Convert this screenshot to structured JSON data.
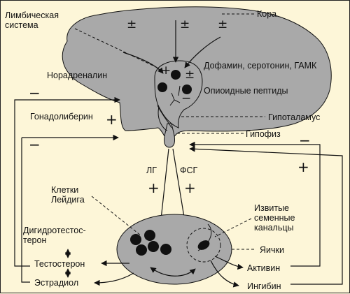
{
  "labels": {
    "limbic": "Лимбическая\nсистема",
    "cortex": "Кора",
    "noradrenaline": "Норадреналин",
    "dopamine": "Дофамин, серотонин, ГАМК",
    "opioid": "Опиоидные пептиды",
    "gonadoliberin": "Гонадолиберин",
    "hypothalamus": "Гипоталамус",
    "hypophysis": "Гипофиз",
    "lh": "ЛГ",
    "fsh": "ФСГ",
    "leydig": "Клетки\nЛейдига",
    "tubules": "Извитые\nсеменные\nканальцы",
    "dht": "Дигидротестос-\nтерон",
    "testis": "Яички",
    "testosterone": "Тестостерон",
    "activin": "Активин",
    "estradiol": "Эстрадиол",
    "inhibin": "Ингибин"
  },
  "signs": {
    "pm_left": "±",
    "pm_mid": "±",
    "pm_right": "±",
    "minus_top_left": "−",
    "plus_gonado": "+",
    "minus_low_left": "−",
    "plus_lh": "+",
    "plus_fsh": "+",
    "minus_right": "−",
    "plus_right": "+",
    "nucleus_plus": "+",
    "nucleus_pm": "±",
    "nucleus_minus": "−"
  },
  "colors": {
    "background": "#fdf6d8",
    "organ_fill": "#a9a9a9",
    "stroke": "#111111"
  }
}
